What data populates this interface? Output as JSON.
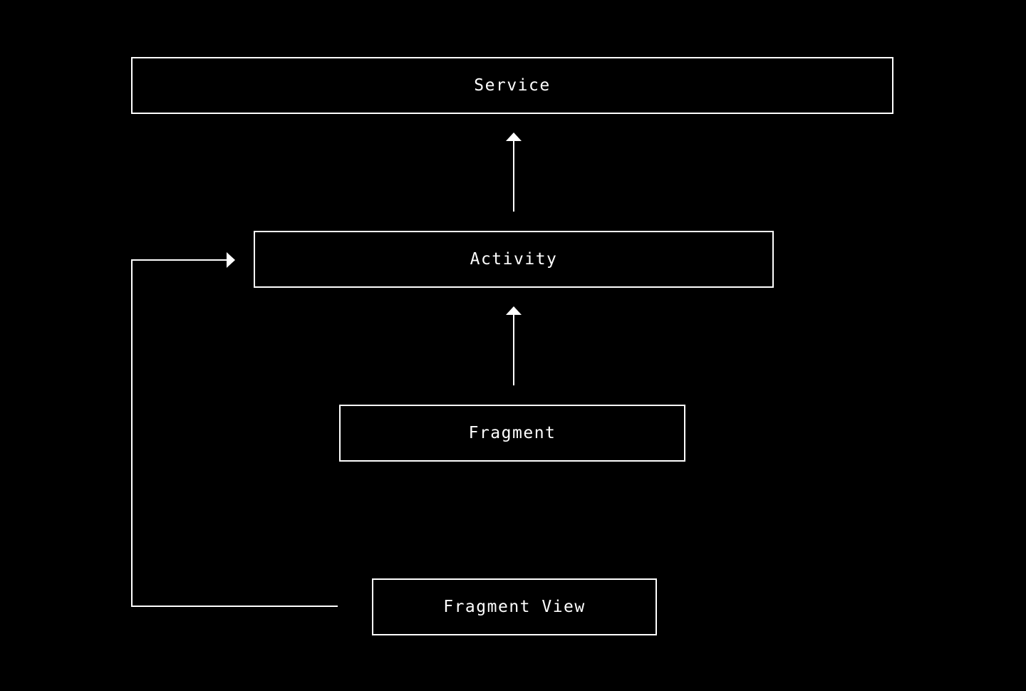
{
  "diagram": {
    "nodes": [
      {
        "id": "service",
        "label": "Service"
      },
      {
        "id": "activity",
        "label": "Activity"
      },
      {
        "id": "fragment",
        "label": "Fragment"
      },
      {
        "id": "fragment_view",
        "label": "Fragment View"
      }
    ],
    "edges": [
      {
        "from": "activity",
        "to": "service",
        "style": "arrow"
      },
      {
        "from": "fragment",
        "to": "activity",
        "style": "arrow"
      },
      {
        "from": "fragment_view",
        "to": "activity",
        "style": "elbow-arrow"
      }
    ],
    "colors": {
      "background": "#000000",
      "stroke": "#ffffff",
      "text": "#ffffff"
    }
  }
}
